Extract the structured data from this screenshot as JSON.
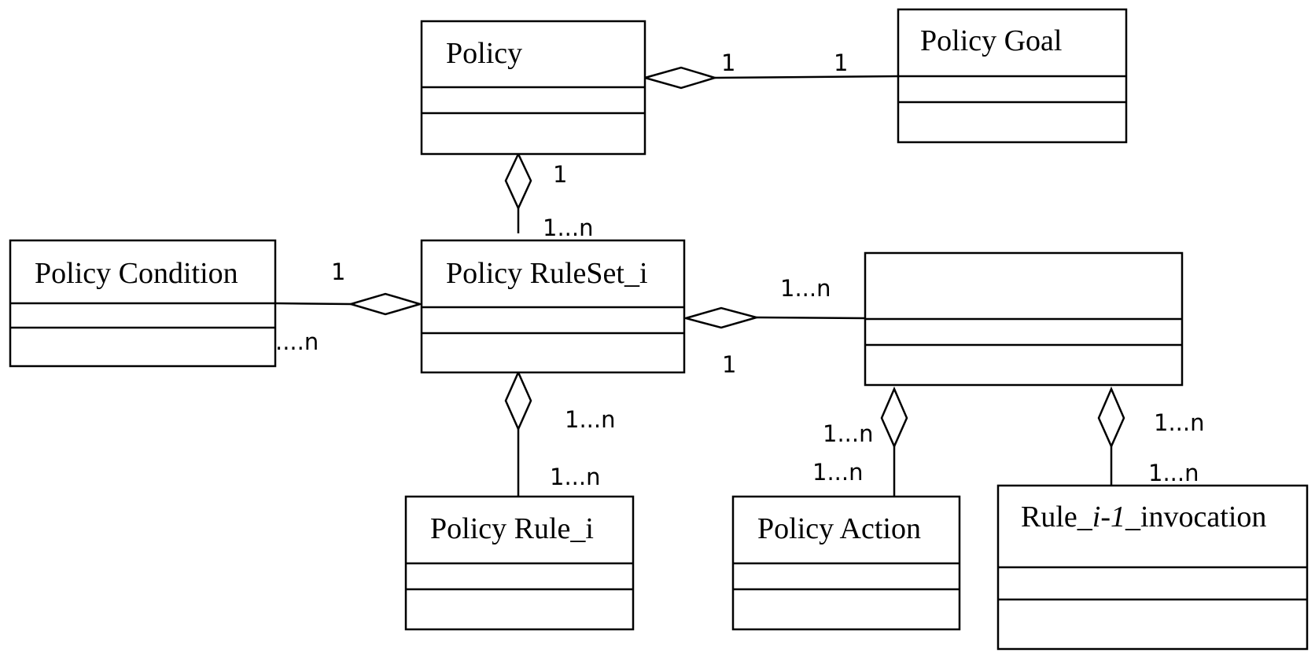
{
  "classes": {
    "policy": {
      "name": "Policy"
    },
    "policy_goal": {
      "name": "Policy Goal"
    },
    "policy_condition": {
      "name": "Policy Condition"
    },
    "policy_ruleset": {
      "name": "Policy RuleSet_i"
    },
    "unnamed": {
      "name": ""
    },
    "policy_rule": {
      "name": "Policy Rule_i"
    },
    "policy_action": {
      "name": "Policy Action"
    },
    "rule_invocation": {
      "prefix": "Rule_",
      "italic": "i-1",
      "suffix": "_invocation"
    }
  },
  "multiplicities": {
    "policy_goal_near_policy": "1",
    "policy_goal_near_goal": "1",
    "policy_ruleset_near_policy": "1",
    "policy_ruleset_near_ruleset": "1...n",
    "condition_near_ruleset": "1",
    "condition_near_condition": "....n",
    "unnamed_near_unnamed": "1...n",
    "unnamed_near_ruleset": "1",
    "rule_near_ruleset": "1...n",
    "rule_near_rule": "1...n",
    "action_near_unnamed": "1...n",
    "action_near_action": "1...n",
    "invocation_near_unnamed": "1...n",
    "invocation_near_invocation": "1...n"
  }
}
